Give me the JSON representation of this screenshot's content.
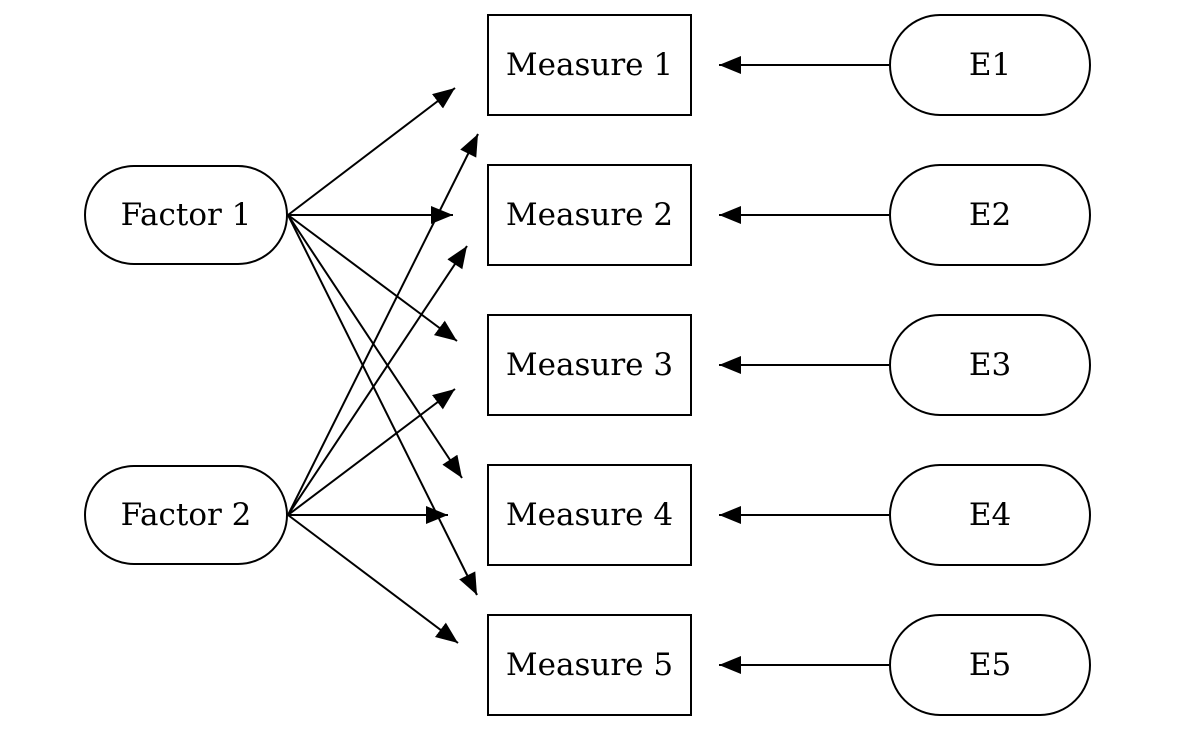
{
  "diagram": {
    "type": "factor-analysis-path-diagram",
    "factors": [
      {
        "label": "Factor 1"
      },
      {
        "label": "Factor 2"
      }
    ],
    "measures": [
      {
        "label": "Measure 1"
      },
      {
        "label": "Measure 2"
      },
      {
        "label": "Measure 3"
      },
      {
        "label": "Measure 4"
      },
      {
        "label": "Measure 5"
      }
    ],
    "errors": [
      {
        "label": "E1"
      },
      {
        "label": "E2"
      },
      {
        "label": "E3"
      },
      {
        "label": "E4"
      },
      {
        "label": "E5"
      }
    ],
    "edges": {
      "factor_loadings": [
        {
          "from": "Factor 1",
          "to": "Measure 1"
        },
        {
          "from": "Factor 1",
          "to": "Measure 2"
        },
        {
          "from": "Factor 1",
          "to": "Measure 3"
        },
        {
          "from": "Factor 1",
          "to": "Measure 4"
        },
        {
          "from": "Factor 1",
          "to": "Measure 5"
        },
        {
          "from": "Factor 2",
          "to": "Measure 1"
        },
        {
          "from": "Factor 2",
          "to": "Measure 2"
        },
        {
          "from": "Factor 2",
          "to": "Measure 3"
        },
        {
          "from": "Factor 2",
          "to": "Measure 4"
        },
        {
          "from": "Factor 2",
          "to": "Measure 5"
        }
      ],
      "error_arrows": [
        {
          "from": "E1",
          "to": "Measure 1"
        },
        {
          "from": "E2",
          "to": "Measure 2"
        },
        {
          "from": "E3",
          "to": "Measure 3"
        },
        {
          "from": "E4",
          "to": "Measure 4"
        },
        {
          "from": "E5",
          "to": "Measure 5"
        }
      ]
    },
    "colors": {
      "stroke": "#000000",
      "fill": "#ffffff",
      "text": "#000000",
      "background": "#ffffff"
    }
  }
}
